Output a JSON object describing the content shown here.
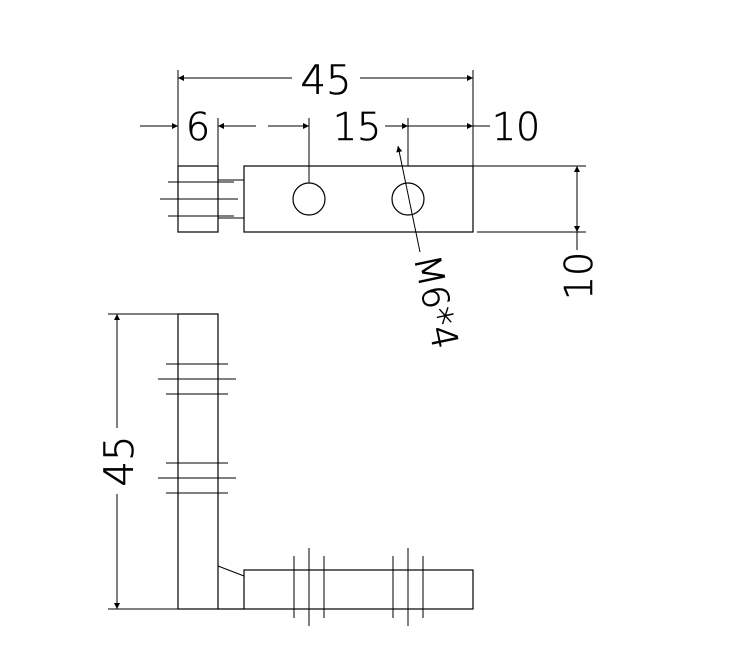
{
  "dimensions": {
    "top_total": "45",
    "top_left": "6",
    "top_mid": "15",
    "top_right": "10",
    "height_right": "10",
    "left_total": "45"
  },
  "callout": {
    "thread": "M6*4"
  },
  "colors": {
    "line": "#000000",
    "background": "#ffffff"
  }
}
